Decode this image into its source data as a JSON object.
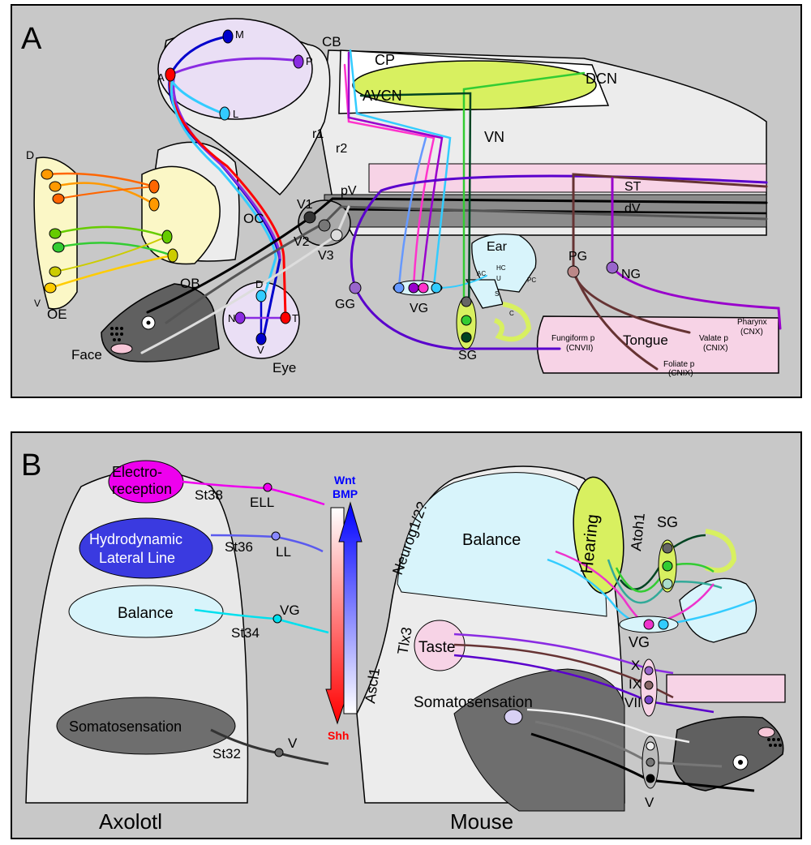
{
  "panel_a": {
    "letter": "A",
    "brain": {
      "cb": "CB",
      "cp": "CP",
      "dcn": "DCN",
      "avcn": "AVCN",
      "r1": "r1",
      "r2": "r2",
      "vn": "VN",
      "st": "ST",
      "dv": "dV",
      "pv": "pV",
      "ob": "OB",
      "oc": "OC"
    },
    "tectum": {
      "m": "M",
      "p": "P",
      "a": "A",
      "l": "L"
    },
    "olfactory": {
      "d": "D",
      "v": "V",
      "oe": "OE"
    },
    "trigeminal": {
      "v1": "V1",
      "v2": "V2",
      "v3": "V3"
    },
    "eye": {
      "d": "D",
      "n": "N",
      "t": "T",
      "v": "V",
      "label": "Eye"
    },
    "face": "Face",
    "ganglia": {
      "gg": "GG",
      "vg": "VG",
      "sg": "SG",
      "pg": "PG",
      "ng": "NG"
    },
    "ear": {
      "label": "Ear",
      "ac": "AC",
      "hc": "HC",
      "u": "U",
      "s": "S",
      "pc": "PC",
      "c": "C"
    },
    "tongue": {
      "label": "Tongue",
      "fungiform": "Fungiform p",
      "fungiform_nerve": "(CNVII)",
      "foliate": "Foliate p",
      "foliate_nerve": "(CNIX)",
      "valate": "Valate p",
      "valate_nerve": "(CNIX)",
      "pharynx": "Pharynx",
      "pharynx_nerve": "(CNX)"
    }
  },
  "panel_b": {
    "letter": "B",
    "axolotl": {
      "title": "Axolotl",
      "electro_1": "Electro-",
      "electro_2": "reception",
      "hydro_1": "Hydrodynamic",
      "hydro_2": "Lateral Line",
      "balance": "Balance",
      "somato": "Somatosensation",
      "st38": "St38",
      "ell": "ELL",
      "st36": "St36",
      "ll": "LL",
      "st34": "St34",
      "vg": "VG",
      "st32": "St32",
      "v": "V"
    },
    "gradient": {
      "wnt": "Wnt",
      "bmp": "BMP",
      "shh": "Shh"
    },
    "mouse": {
      "title": "Mouse",
      "neurog": "Neurog1/2?",
      "balance": "Balance",
      "hearing": "Hearing",
      "atoh1": "Atoh1",
      "sg": "SG",
      "tlx3": "Tlx3",
      "taste": "Taste",
      "ascl1": "Ascl1",
      "somato": "Somatosensation",
      "vg": "VG",
      "x": "X",
      "ix": "IX",
      "vii": "VII",
      "v": "V"
    }
  },
  "colors": {
    "panel_bg": "#c8c8c8",
    "brain_fill": "#ececec",
    "tectum_fill": "#eadff5",
    "ob_fill": "#fbf7c6",
    "cochlear_fill": "#d8f060",
    "tongue_fill": "#f7d3e6",
    "electro_fill": "#ee00ee",
    "lateral_line_fill": "#3a3ae0",
    "balance_fill": "#d8f4fb",
    "somato_fill": "#6e6e6e",
    "wnt_color": "#0000ff",
    "shh_color": "#ff0000"
  }
}
